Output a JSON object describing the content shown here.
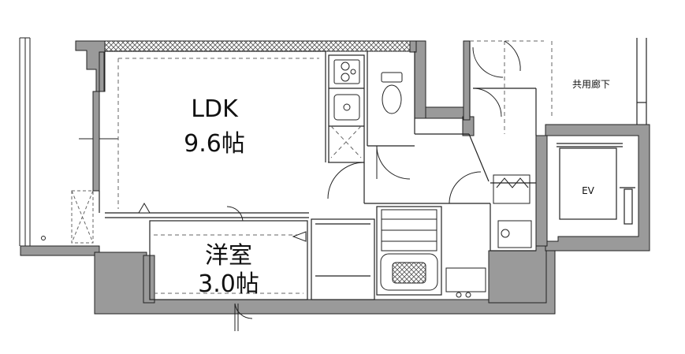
{
  "rooms": {
    "ldk": {
      "name": "LDK",
      "size": "9.6帖"
    },
    "western": {
      "name": "洋室",
      "size": "3.0帖"
    },
    "corridor": {
      "name": "共用廊下"
    },
    "elevator": {
      "name": "EV"
    }
  },
  "colors": {
    "wall": "#9a9a9a",
    "line": "#222222",
    "hatch": "#555555",
    "dash": "#666666"
  }
}
